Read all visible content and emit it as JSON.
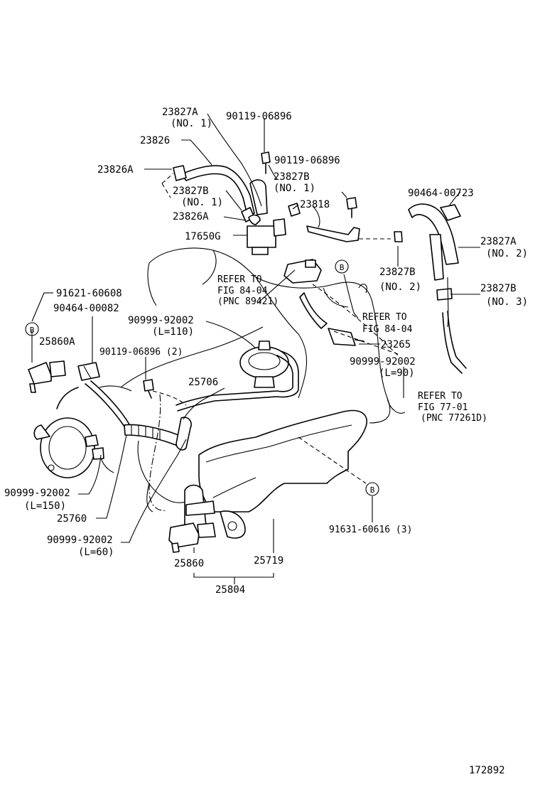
{
  "figure_id": "172892",
  "labels": {
    "p23827A_no1": "23827A",
    "p23827A_no1_sub": "(NO. 1)",
    "p90119_top": "90119-06896",
    "p23826": "23826",
    "p90119_mid": "90119-06896",
    "p23826A_top": "23826A",
    "p23827B_no1_right": "23827B",
    "p23827B_no1_right_sub": "(NO. 1)",
    "p23827B_no1_left": "23827B",
    "p23827B_no1_left_sub": "(NO. 1)",
    "p23818": "23818",
    "p23826A_bot": "23826A",
    "p17650G": "17650G",
    "p90464_00723": "90464-00723",
    "p23827A_no2": "23827A",
    "p23827A_no2_sub": "(NO. 2)",
    "p23827B_no2": "23827B",
    "p23827B_no2_sub": "(NO. 2)",
    "p23827B_no3": "23827B",
    "p23827B_no3_sub": "(NO. 3)",
    "refer_8404_a_1": "REFER TO",
    "refer_8404_a_2": "FIG 84-04",
    "refer_8404_a_3": "(PNC 89421)",
    "refer_8404_b_1": "REFER TO",
    "refer_8404_b_2": "FIG 84-04",
    "p23265": "23265",
    "p90999_l90": "90999-92002",
    "p90999_l90_sub": "(L=90)",
    "refer_7701_1": "REFER TO",
    "refer_7701_2": "FIG 77-01",
    "refer_7701_3": "(PNC 77261D)",
    "p91621": "91621-60608",
    "p90464_00082": "90464-00082",
    "p90999_l110": "90999-92002",
    "p90999_l110_sub": "(L=110)",
    "p25860A": "25860A",
    "p90119_2": "90119-06896 (2)",
    "p25706": "25706",
    "p90999_l150": "90999-92002",
    "p90999_l150_sub": "(L=150)",
    "p25760": "25760",
    "p90999_l60": "90999-92002",
    "p90999_l60_sub": "(L=60)",
    "p91631": "91631-60616 (3)",
    "p25860": "25860",
    "p25719": "25719",
    "p25804": "25804",
    "ref_b": "B"
  }
}
